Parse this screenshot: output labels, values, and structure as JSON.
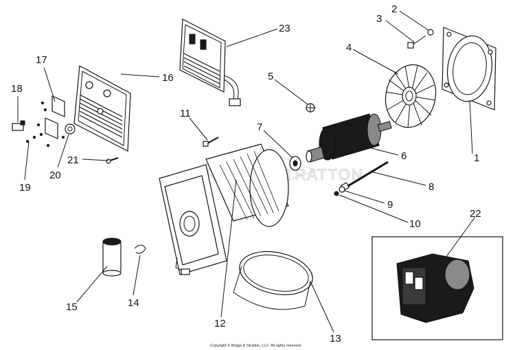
{
  "labels": {
    "n1": "1",
    "n2": "2",
    "n3": "3",
    "n4": "4",
    "n5": "5",
    "n6": "6",
    "n7": "7",
    "n8": "8",
    "n9": "9",
    "n10": "10",
    "n11": "11",
    "n12": "12",
    "n13": "13",
    "n14": "14",
    "n15": "15",
    "n16": "16",
    "n17": "17",
    "n18": "18",
    "n19": "19",
    "n20": "20",
    "n21": "21",
    "n22": "22",
    "n23": "23"
  },
  "watermark": "BRIGGS&STRATTON",
  "copyright": "Copyright © Briggs & Stratton, LLC. All rights reserved."
}
